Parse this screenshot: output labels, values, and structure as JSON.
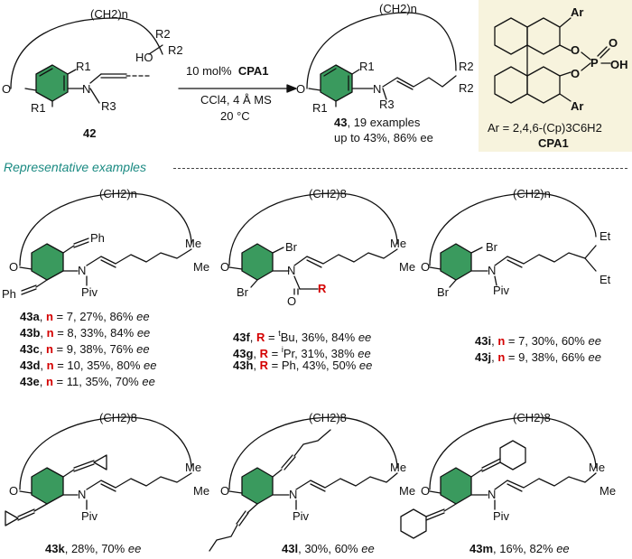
{
  "scheme": {
    "reactant": {
      "label": "42",
      "ring": "(CH2)n",
      "substituents": [
        "R1",
        "R1",
        "R2",
        "R2",
        "R3",
        "HO"
      ]
    },
    "conditions": {
      "catalyst_loading": "10 mol%",
      "catalyst": "CPA1",
      "solvent": "CCl4, 4 Å MS",
      "temperature": "20 °C"
    },
    "product": {
      "label": "43",
      "summary": ", 19 examples",
      "yield_ee": "up to 43%, 86% ee",
      "ring": "(CH2)n",
      "substituents": [
        "R1",
        "R1",
        "R2",
        "R2",
        "R3"
      ]
    },
    "catalyst_box": {
      "ar_def": "Ar = 2,4,6-(Cp)3C6H2",
      "name": "CPA1",
      "atoms": [
        "Ar",
        "Ar",
        "O",
        "O",
        "P",
        "O",
        "OH"
      ],
      "highlight_color": "#f7f3dd"
    }
  },
  "section_title": "Representative examples",
  "examples": [
    {
      "ring": "(CH2)n",
      "groups": [
        "Ph",
        "Ph",
        "N",
        "Piv",
        "Me",
        "Me"
      ],
      "entries": [
        {
          "id": "43a",
          "n": "7",
          "yield": "27%",
          "ee": "86%"
        },
        {
          "id": "43b",
          "n": "8",
          "yield": "33%",
          "ee": "84%"
        },
        {
          "id": "43c",
          "n": "9",
          "yield": "38%",
          "ee": "76%"
        },
        {
          "id": "43d",
          "n": "10",
          "yield": "35%",
          "ee": "80%"
        },
        {
          "id": "43e",
          "n": "11",
          "yield": "35%",
          "ee": "70%"
        }
      ]
    },
    {
      "ring": "(CH2)8",
      "groups": [
        "Br",
        "Br",
        "N",
        "R",
        "Me",
        "Me"
      ],
      "entries": [
        {
          "id": "43f",
          "R": "tBu",
          "yield": "36%",
          "ee": "84%"
        },
        {
          "id": "43g",
          "R": "iPr",
          "yield": "31%",
          "ee": "38%"
        },
        {
          "id": "43h",
          "R": "Ph",
          "yield": "43%",
          "ee": "50%"
        }
      ]
    },
    {
      "ring": "(CH2)n",
      "groups": [
        "Br",
        "Br",
        "N",
        "Piv",
        "Et",
        "Et"
      ],
      "entries": [
        {
          "id": "43i",
          "n": "7",
          "yield": "30%",
          "ee": "60%"
        },
        {
          "id": "43j",
          "n": "9",
          "yield": "38%",
          "ee": "66%"
        }
      ]
    },
    {
      "ring": "(CH2)8",
      "groups": [
        "N",
        "Piv",
        "Me",
        "Me"
      ],
      "entries": [
        {
          "id": "43k",
          "yield": "28%",
          "ee": "70%"
        }
      ]
    },
    {
      "ring": "(CH2)8",
      "groups": [
        "N",
        "Piv",
        "Me",
        "Me"
      ],
      "entries": [
        {
          "id": "43l",
          "yield": "30%",
          "ee": "60%"
        }
      ]
    },
    {
      "ring": "(CH2)8",
      "groups": [
        "N",
        "Piv",
        "Me",
        "Me"
      ],
      "entries": [
        {
          "id": "43m",
          "yield": "16%",
          "ee": "82%"
        }
      ]
    }
  ],
  "colors": {
    "accent_red": "#d40000",
    "section_teal": "#1a8a82"
  }
}
